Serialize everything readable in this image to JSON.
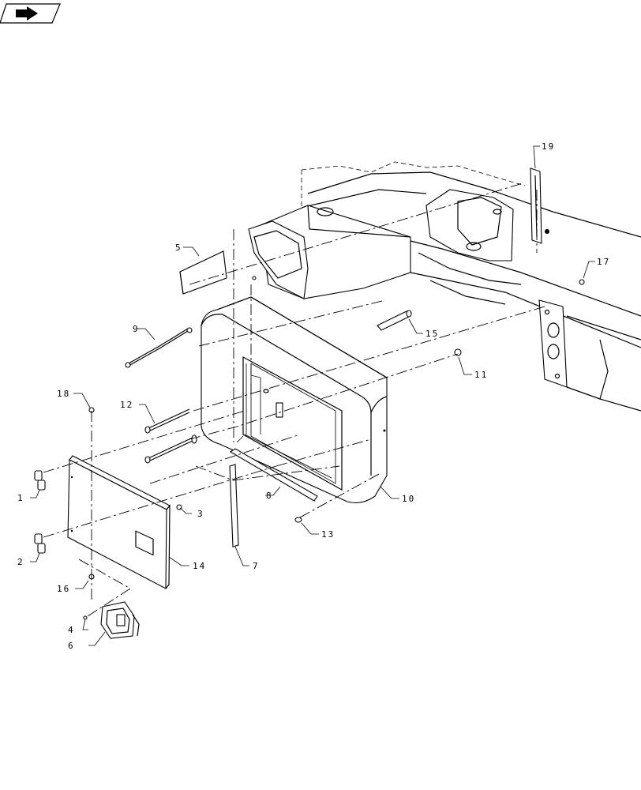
{
  "callouts": {
    "c1": "1",
    "c2": "2",
    "c3": "3",
    "c4": "4",
    "c5": "5",
    "c6": "6",
    "c7": "7",
    "c8": "8",
    "c9": "9",
    "c10": "10",
    "c11": "11",
    "c12": "12",
    "c13": "13",
    "c14": "14",
    "c15": "15",
    "c16": "16",
    "c17": "17",
    "c18": "18",
    "c19": "19"
  },
  "icons": {
    "corner": "navigation-arrow-icon"
  },
  "colors": {
    "ink": "#000000",
    "paper": "#ffffff"
  }
}
